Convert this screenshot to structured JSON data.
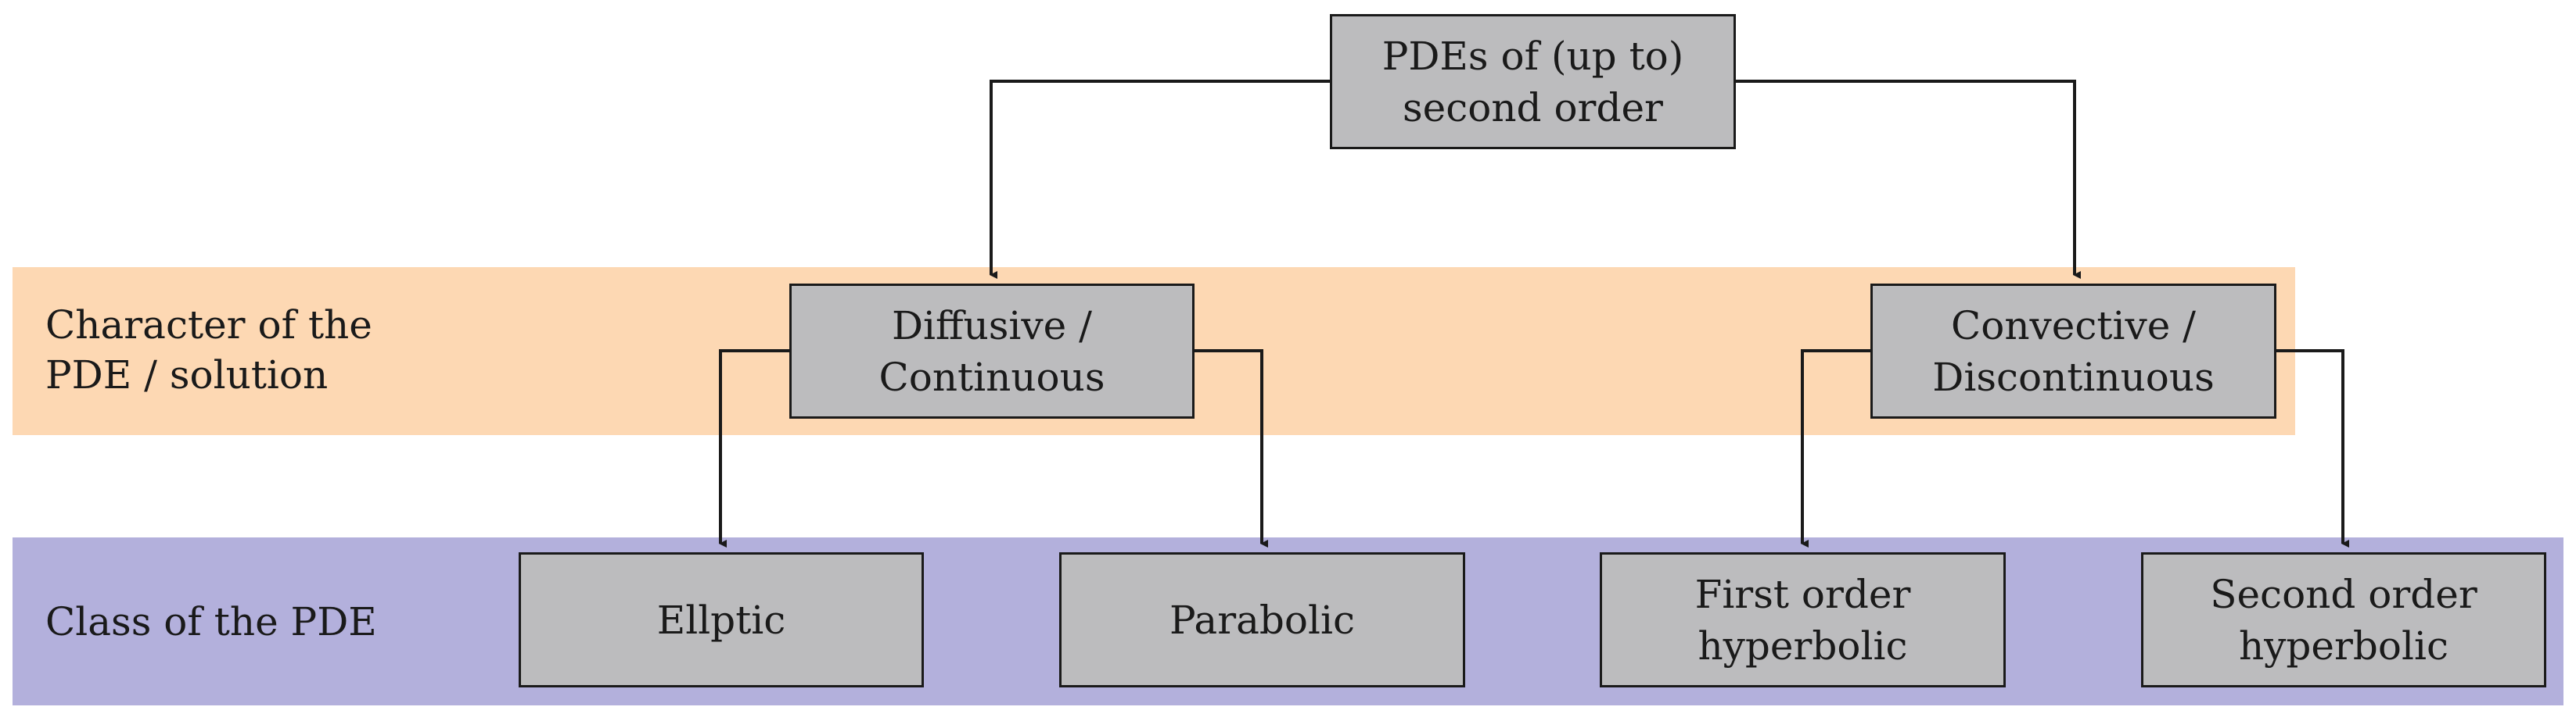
{
  "bands": {
    "character": "Character of the\nPDE / solution",
    "class": "Class of the PDE"
  },
  "nodes": {
    "root": "PDEs of (up to)\nsecond order",
    "diffusive": "Diffusive /\nContinuous",
    "convective": "Convective /\nDiscontinuous",
    "elliptic": "Ellptic",
    "parabolic": "Parabolic",
    "first_hyperbolic": "First order\nhyperbolic",
    "second_hyperbolic": "Second order\nhyperbolic"
  },
  "colors": {
    "character_band": "#fdd8b3",
    "class_band": "#b3b0dc",
    "node_fill": "#bcbcbe",
    "line": "#1a1a1a"
  }
}
